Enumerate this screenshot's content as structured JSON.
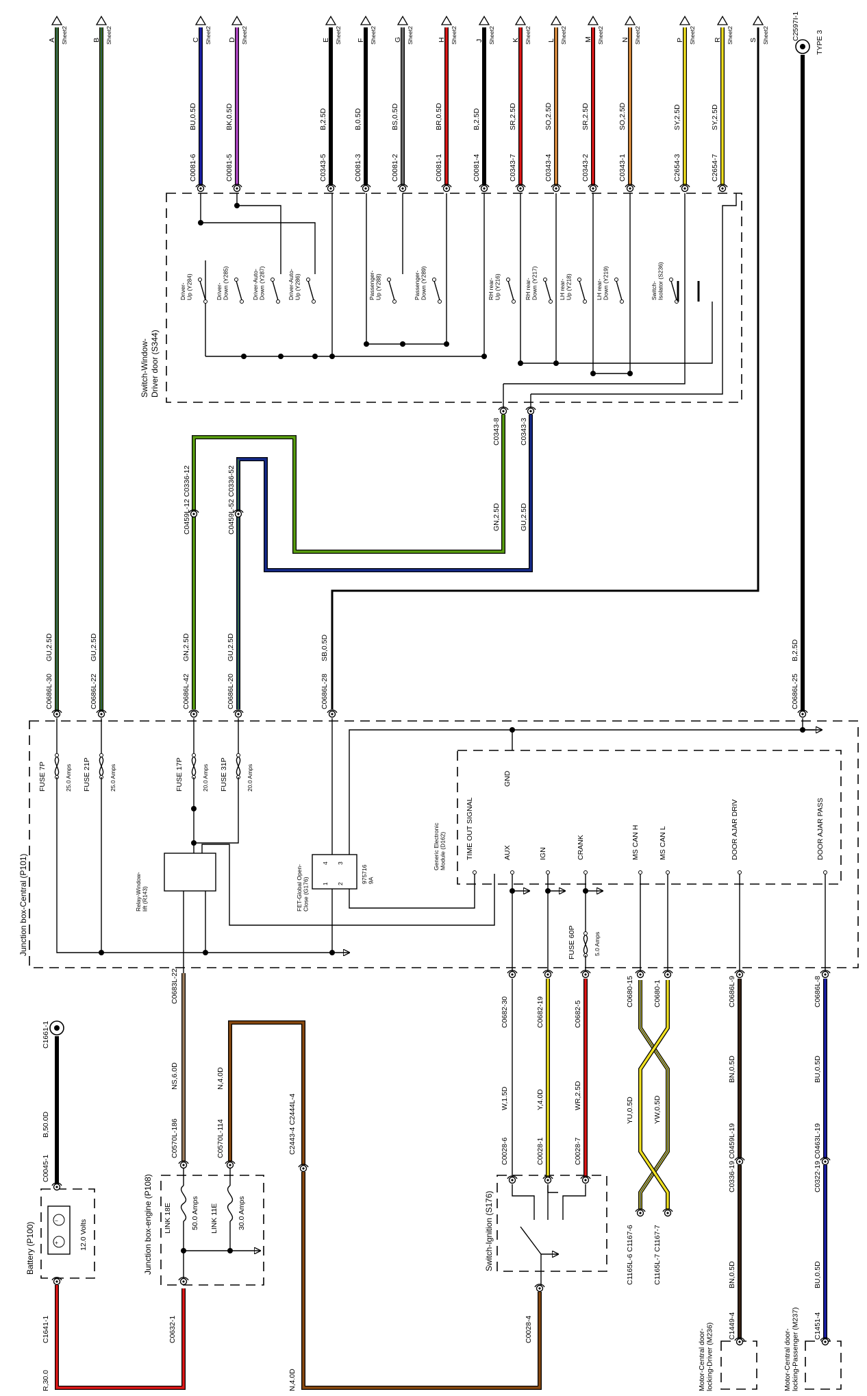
{
  "sheet_targets": [
    {
      "letter": "A",
      "sheet": "Sheet2"
    },
    {
      "letter": "B",
      "sheet": "Sheet2"
    },
    {
      "letter": "C",
      "sheet": "Sheet2"
    },
    {
      "letter": "D",
      "sheet": "Sheet2"
    },
    {
      "letter": "E",
      "sheet": "Sheet2"
    },
    {
      "letter": "F",
      "sheet": "Sheet2"
    },
    {
      "letter": "G",
      "sheet": "Sheet2"
    },
    {
      "letter": "H",
      "sheet": "Sheet2"
    },
    {
      "letter": "J",
      "sheet": "Sheet2"
    },
    {
      "letter": "K",
      "sheet": "Sheet2"
    },
    {
      "letter": "L",
      "sheet": "Sheet2"
    },
    {
      "letter": "M",
      "sheet": "Sheet2"
    },
    {
      "letter": "N",
      "sheet": "Sheet2"
    },
    {
      "letter": "P",
      "sheet": "Sheet2"
    },
    {
      "letter": "R",
      "sheet": "Sheet2"
    },
    {
      "letter": "S",
      "sheet": "Sheet2"
    }
  ],
  "top_wires": [
    {
      "color": "BU,0.5D",
      "conn": "C0081-6"
    },
    {
      "color": "BK,0.5D",
      "conn": "C0081-5"
    },
    {
      "color": "B,2.5D",
      "conn": "C0343-5"
    },
    {
      "color": "B,0.5D",
      "conn": "C0081-3"
    },
    {
      "color": "BS,0.5D",
      "conn": "C0081-2"
    },
    {
      "color": "BR,0.5D",
      "conn": "C0081-1"
    },
    {
      "color": "B,2.5D",
      "conn": "C0081-4"
    },
    {
      "color": "SR,2.5D",
      "conn": "C0343-7"
    },
    {
      "color": "SO,2.5D",
      "conn": "C0343-4"
    },
    {
      "color": "SR,2.5D",
      "conn": "C0343-2"
    },
    {
      "color": "SO,2.5D",
      "conn": "C0343-1"
    },
    {
      "color": "SY,2.5D",
      "conn": "C2654-3"
    },
    {
      "color": "SY,2.5D",
      "conn": "C2654-7"
    }
  ],
  "ground_top": {
    "conn": "C2597I-1",
    "type": "TYPE 3"
  },
  "switch_window": {
    "title": "Switch-Window-\nDriver door (S344)",
    "switches": [
      "Driver-\nUp (Y284)",
      "Driver-\nDown (Y285)",
      "Driver-Auto-\nDown (Y287)",
      "Driver-Auto-\nUp (Y286)",
      "Passenger-\nUp (Y288)",
      "Passenger-\nDown (Y289)",
      "RH rear-\nUp (Y216)",
      "RH rear-\nDown (Y217)",
      "LH rear-\nUp (Y218)",
      "LH rear-\nDown (Y219)",
      "Switch-\nIsolator (S236)"
    ],
    "bottom_conns": [
      {
        "conn": "C0343-8",
        "color": "GN,2.5D"
      },
      {
        "conn": "C0343-3",
        "color": "GU,2.5D"
      }
    ]
  },
  "mid_wires": [
    {
      "conn": "C0459L-12 C0336-12"
    },
    {
      "conn": "C0459L-52 C0336-52"
    }
  ],
  "jb_entries": [
    {
      "color": "GU,2.5D",
      "conn": "C0686L-30"
    },
    {
      "color": "GU,2.5D",
      "conn": "C0686L-22"
    },
    {
      "color": "GN,2.5D",
      "conn": "C0686L-42"
    },
    {
      "color": "GU,2.5D",
      "conn": "C0686L-20"
    },
    {
      "color": "SB,0.5D",
      "conn": "C0686L-28"
    },
    {
      "color": "B,2.5D",
      "conn": "C0686L-25"
    }
  ],
  "junction_box": {
    "title": "Junction box-Central (P101)",
    "fuses": [
      {
        "name": "FUSE 7P",
        "rating": "25.0 Amps"
      },
      {
        "name": "FUSE 21P",
        "rating": "25.0 Amps"
      },
      {
        "name": "FUSE 17P",
        "rating": "20.0 Amps"
      },
      {
        "name": "FUSE 31P",
        "rating": "20.0 Amps"
      },
      {
        "name": "FUSE 60P",
        "rating": "5.0 Amps"
      }
    ],
    "relay": "Relay-Window-\nlift (R143)",
    "fet": "FET-Global Open-\nClose (G176)",
    "fet_pins": [
      "4",
      "3",
      "1",
      "2"
    ],
    "fet_part": "975716\n9A",
    "gem": "Generic Electronic\nModule (D162)",
    "signals": [
      "TIME OUT SIGNAL",
      "AUX",
      "IGN",
      "CRANK",
      "MS CAN H",
      "MS CAN L",
      "DOOR AJAR DRIV",
      "DOOR AJAR PASS",
      "GND"
    ]
  },
  "battery": {
    "title": "Battery (P100)",
    "volts": "12.0 Volts",
    "top_conn": "C1661-1",
    "wire": "B,50.0D",
    "mid_conn": "C0045-1",
    "bot_conn": "C1641-1",
    "bot_wire": "R,30.0"
  },
  "jb_engine": {
    "title": "Junction box-engine (P108)",
    "links": [
      {
        "name": "LINK 18E",
        "rating": "50.0 Amps"
      },
      {
        "name": "LINK 11E",
        "rating": "30.0 Amps"
      }
    ],
    "conn_top1": "C0683L-22",
    "wire1": "NS,6.0D",
    "conn_a": "C0570L-186",
    "conn_top2": "C0570L-114",
    "wire2": "N,4.0D",
    "bot_conn": "C0632-1"
  },
  "n4_wire": {
    "label": "N,4.0D",
    "conn": "C2443-4 C2444L-4"
  },
  "ignition": {
    "title": "Switch-Ignition (S176)",
    "wires": [
      {
        "conn": "C0682-30",
        "color": "W,1.5D",
        "sw": "C0028-6"
      },
      {
        "conn": "C0682-19",
        "color": "Y,4.0D",
        "sw": "C0028-1"
      },
      {
        "conn": "C0682-5",
        "color": "WR,2.5D",
        "sw": "C0028-7"
      }
    ],
    "bot_conn": "C0028-4"
  },
  "can": {
    "conns": [
      "C0680-15",
      "C0680-1"
    ],
    "colors": [
      "YU,0.5D",
      "YW,0.5D"
    ],
    "bot": [
      "C1165L-6 C1167-6",
      "C1165L-7 C1167-7"
    ]
  },
  "motor_drv": {
    "title": "Motor-Central door-\nlocking-Driver (M236)",
    "conn": "C0686L-9",
    "color": "BN,0.5D",
    "mid": "C0336-19 C0459L-19",
    "color2": "BN,0.5D",
    "bot": "C1449-4"
  },
  "motor_pas": {
    "title": "Motor-Central door-\nlocking-Passenger (M237)",
    "conn": "C0686L-8",
    "color": "BU,0.5D",
    "mid": "C0322-19 C0463L-19",
    "color2": "BU,0.5D",
    "bot": "C1451-4"
  },
  "colors": {
    "blue": "#1b1fa8",
    "violet": "#b248c8",
    "red": "#e01818",
    "green": "#5aa010",
    "navy": "#152a8a",
    "brown": "#8a4a10",
    "yellow": "#f0e020",
    "gray": "#707070",
    "orange": "#e09040",
    "black": "#000000",
    "darkbrown": "#3b2414",
    "tan": "#a08060"
  }
}
